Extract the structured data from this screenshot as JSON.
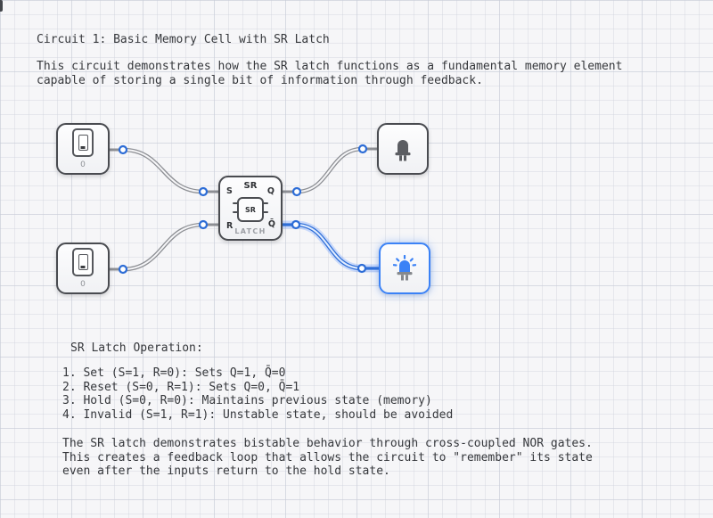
{
  "colors": {
    "accent": "#3b82f6",
    "wire_active": "#2f6fd8",
    "wire_inactive": "#8d8f94",
    "text": "#36383c"
  },
  "header": {
    "title": "Circuit 1: Basic Memory Cell with SR Latch",
    "description": "This circuit demonstrates how the SR latch functions as a fundamental memory element\ncapable of storing a single bit of information through feedback."
  },
  "circuit": {
    "switch_top": {
      "value": "0",
      "state": "off"
    },
    "switch_bottom": {
      "value": "0",
      "state": "off"
    },
    "latch": {
      "type_label": "SR",
      "chip_label": "SR",
      "name_label": "LATCH",
      "ports": {
        "s": "S",
        "r": "R",
        "q": "Q",
        "q_bar": "Q̄"
      }
    },
    "led_top": {
      "state": "off"
    },
    "led_bottom": {
      "state": "on"
    }
  },
  "notes": {
    "operation_heading": "SR Latch Operation:",
    "operation_items": [
      "1. Set (S=1, R=0): Sets Q=1, Q̄=0",
      "2. Reset (S=0, R=1): Sets Q=0, Q̄=1",
      "3. Hold (S=0, R=0): Maintains previous state (memory)",
      "4. Invalid (S=1, R=1): Unstable state, should be avoided"
    ],
    "summary": "The SR latch demonstrates bistable behavior through cross-coupled NOR gates.\nThis creates a feedback loop that allows the circuit to \"remember\" its state\neven after the inputs return to the hold state."
  }
}
